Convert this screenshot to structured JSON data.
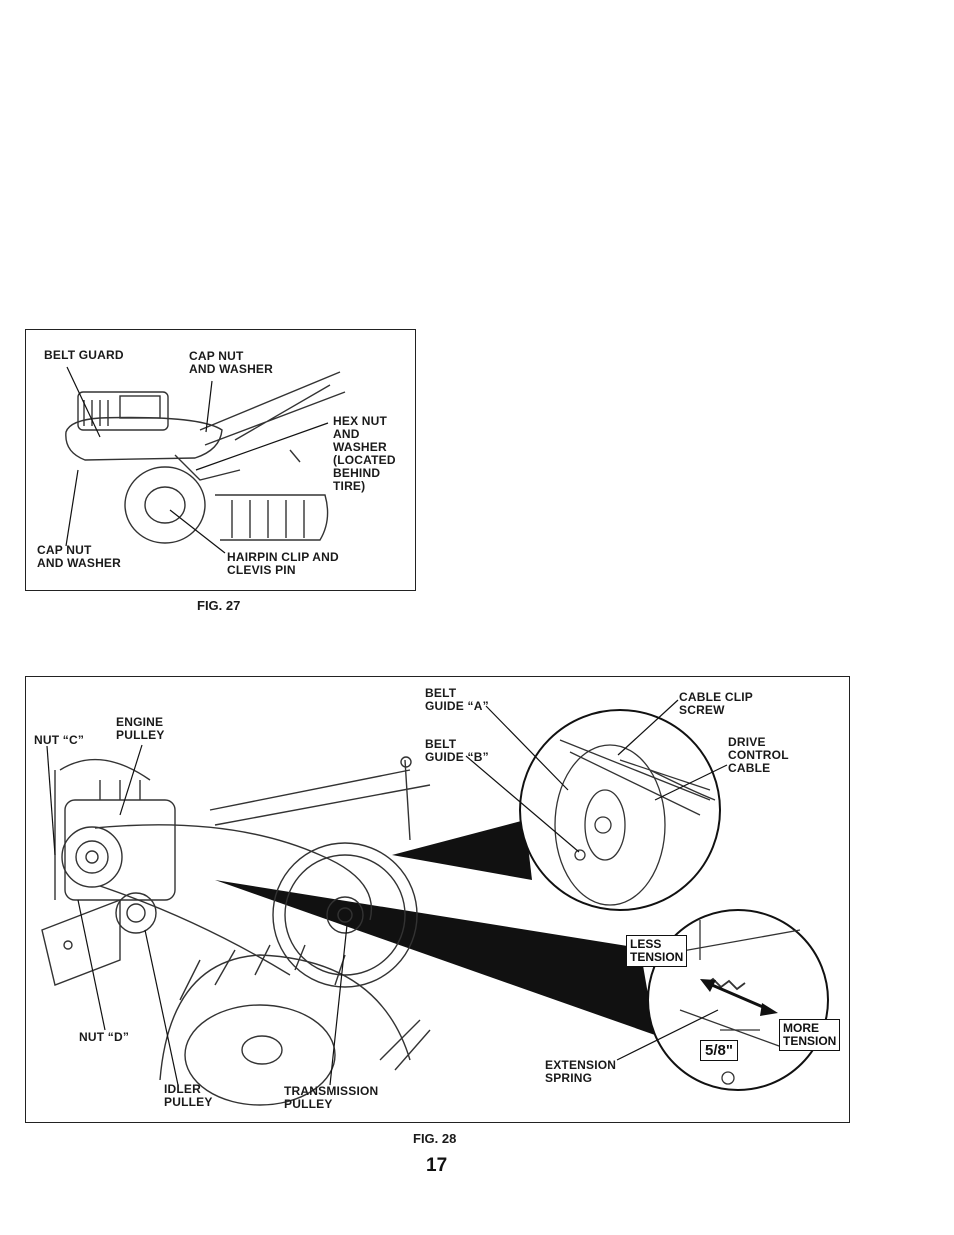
{
  "fig27": {
    "caption": "FIG. 27",
    "labels": {
      "belt_guard": "BELT GUARD",
      "cap_nut_top": "CAP NUT\nAND WASHER",
      "hex_nut": "HEX NUT\nAND\nWASHER\n(LOCATED\nBEHIND\nTIRE)",
      "cap_nut_bottom": "CAP NUT\nAND WASHER",
      "hairpin": "HAIRPIN CLIP AND\nCLEVIS PIN"
    }
  },
  "fig28": {
    "caption": "FIG. 28",
    "labels": {
      "nut_c": "NUT “C”",
      "engine_pulley": "ENGINE\nPULLEY",
      "belt_guide_a": "BELT\nGUIDE “A”",
      "belt_guide_b": "BELT\nGUIDE “B”",
      "cable_clip": "CABLE CLIP\nSCREW",
      "drive_cable": "DRIVE\nCONTROL\nCABLE",
      "less_tension": "LESS\nTENSION",
      "more_tension": "MORE\nTENSION",
      "dimension": "5/8\"",
      "extension_spring": "EXTENSION\nSPRING",
      "nut_d": "NUT “D”",
      "idler_pulley": "IDLER\nPULLEY",
      "transmission_pulley": "TRANSMISSION\nPULLEY"
    }
  },
  "page_number": "17"
}
